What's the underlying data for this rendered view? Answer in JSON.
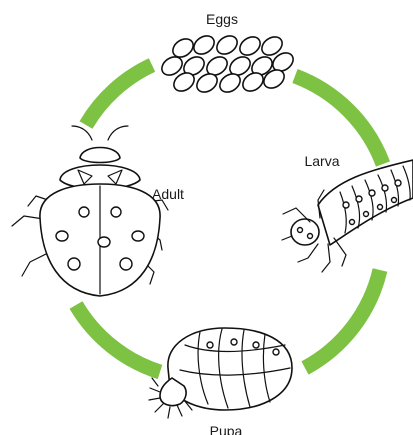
{
  "diagram": {
    "stages": {
      "eggs": "Eggs",
      "larva": "Larva",
      "pupa": "Pupa",
      "adult": "Adult"
    },
    "colors": {
      "cycle_arrow": "#7dc242",
      "line_art": "#111111",
      "label": "#1a1a1a"
    },
    "icons": {
      "eggs": "egg-cluster-icon",
      "larva": "ladybug-larva-icon",
      "pupa": "ladybug-pupa-icon",
      "adult": "ladybug-adult-icon"
    }
  }
}
